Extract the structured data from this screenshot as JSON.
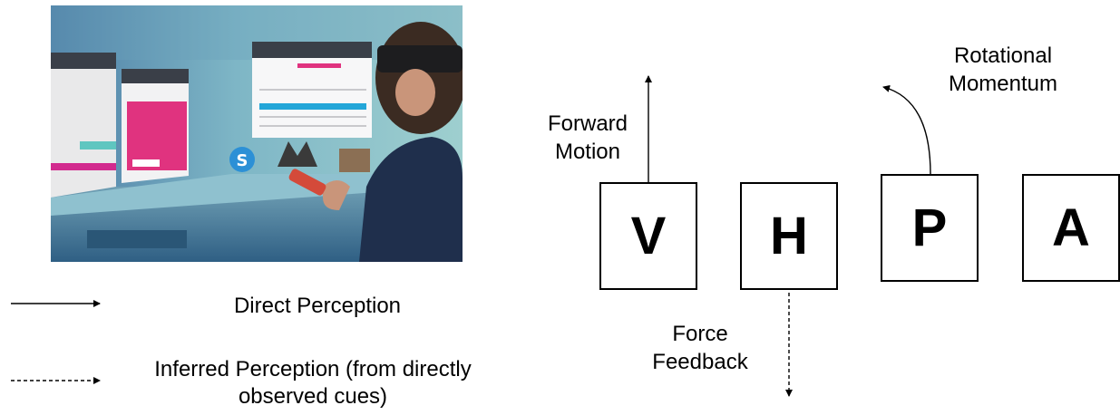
{
  "legend": {
    "direct": "Direct Perception",
    "inferred": "Inferred Perception (from directly observed cues)"
  },
  "boxes": [
    "V",
    "H",
    "P",
    "A"
  ],
  "labels": {
    "forward_motion": "Forward Motion",
    "rotational_momentum": "Rotational Momentum",
    "force_feedback": "Force Feedback"
  },
  "photo_badge": "S"
}
